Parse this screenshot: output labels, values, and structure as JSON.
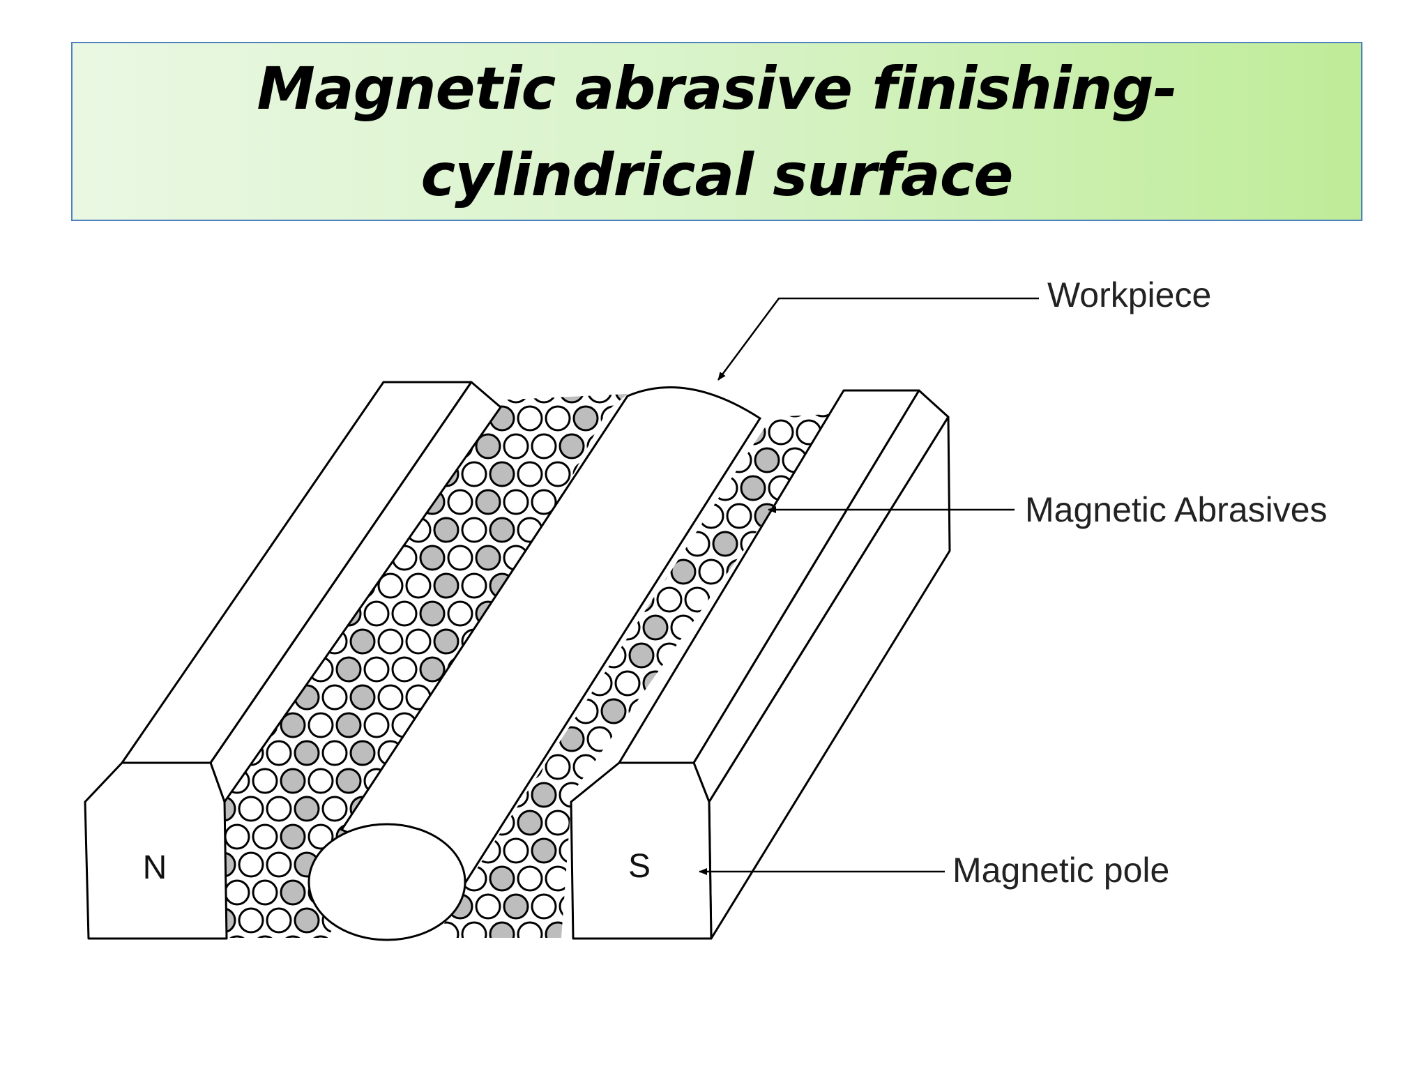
{
  "slide": {
    "title_line1": "Magnetic abrasive finishing-",
    "title_line2": "cylindrical surface"
  },
  "diagram": {
    "labels": {
      "workpiece": "Workpiece",
      "abrasives": "Magnetic Abrasives",
      "pole": "Magnetic pole"
    },
    "poles": {
      "north": "N",
      "south": "S"
    },
    "colors": {
      "outline": "#000000",
      "fill": "#ffffff",
      "abrasive_gray": "#bdbdbd",
      "title_border": "#4f81bd"
    }
  }
}
